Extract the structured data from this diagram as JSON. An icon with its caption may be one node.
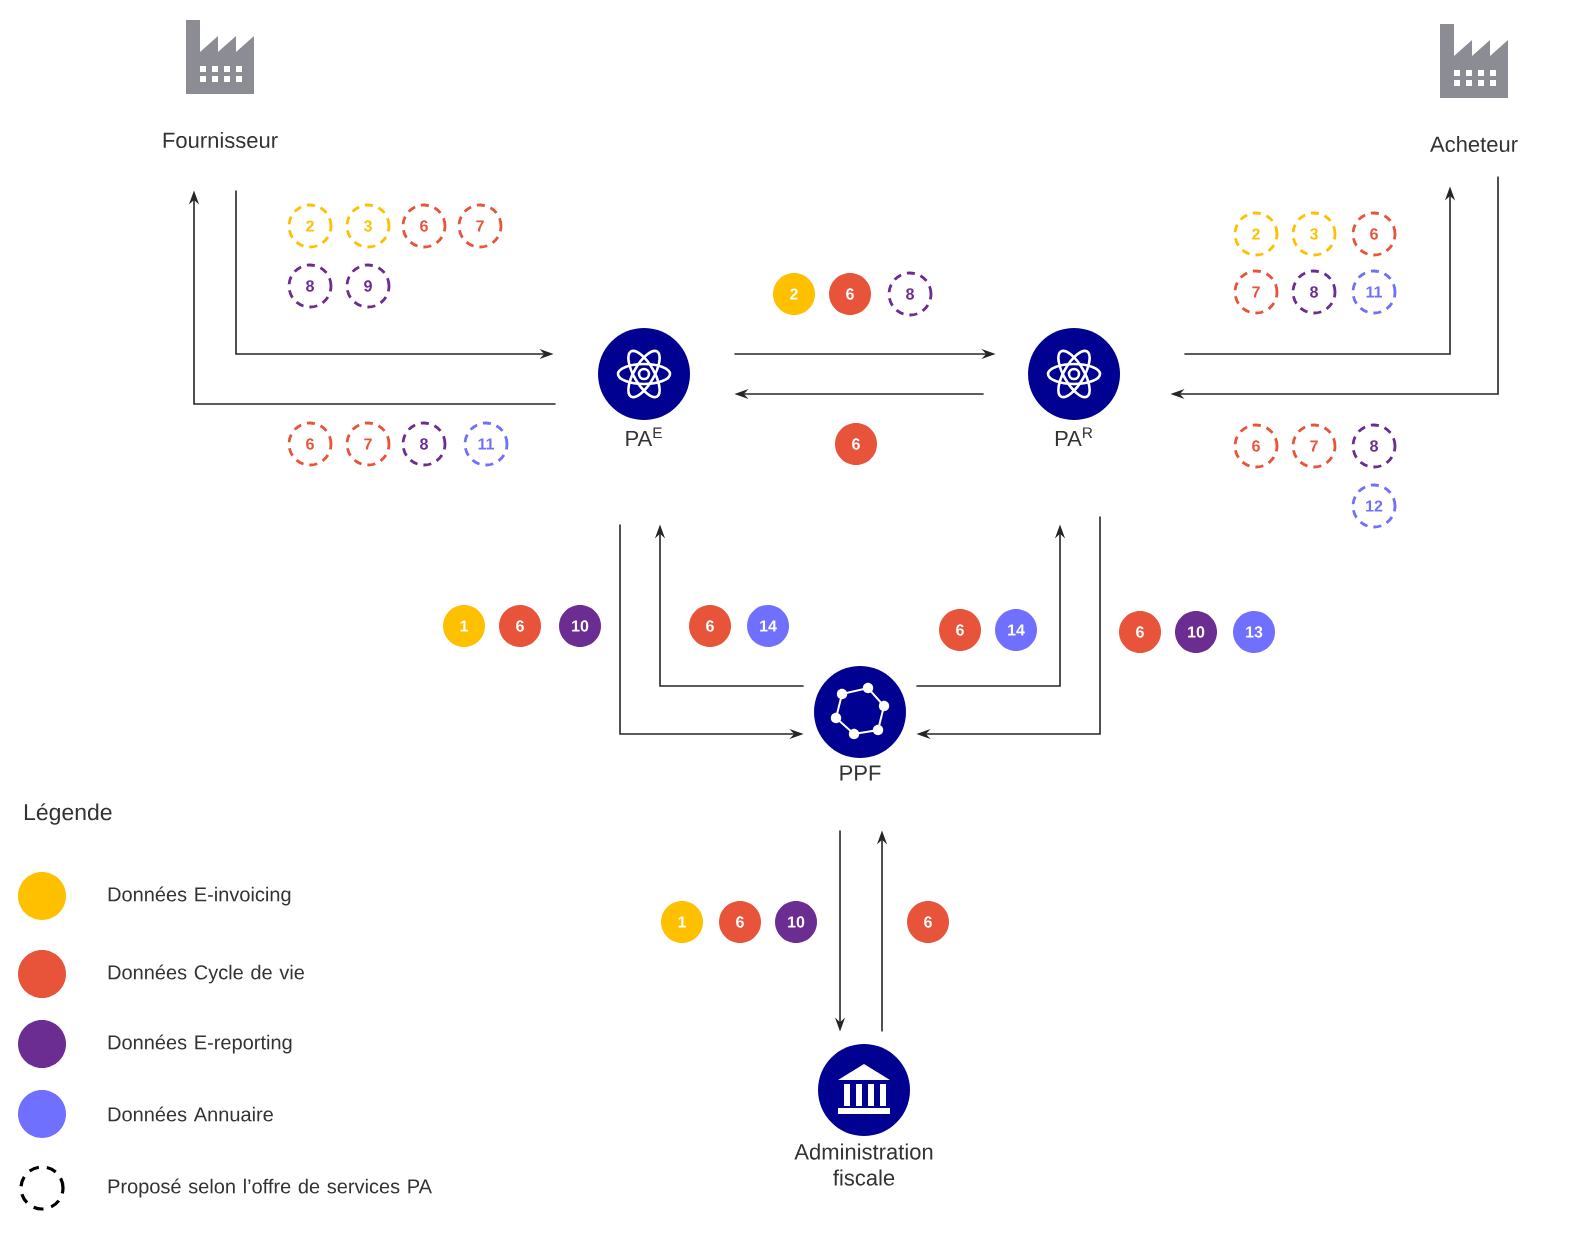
{
  "diagram": {
    "nodes": [
      {
        "text": [
          "Fournisseur"
        ]
      },
      {
        "text": [
          "PA$^{E}$"
        ]
      },
      {
        "text": [
          "PA$^{R}$"
        ]
      },
      {
        "text": [
          "Acheteur"
        ]
      },
      {
        "text": [
          "PPF"
        ]
      },
      {
        "text": [
          "Administration fiscale"
        ]
      },
      {
        "text": [
          "2"
        ]
      },
      {
        "text": [
          "3"
        ]
      },
      {
        "text": [
          "6"
        ]
      },
      {
        "text": [
          "7"
        ]
      },
      {
        "text": [
          "8"
        ]
      },
      {
        "text": [
          "9"
        ]
      },
      {
        "text": [
          "6"
        ]
      },
      {
        "text": [
          "7"
        ]
      },
      {
        "text": [
          "8"
        ]
      },
      {
        "text": [
          "11"
        ]
      },
      {
        "text": [
          "2"
        ]
      },
      {
        "text": [
          "6"
        ]
      },
      {
        "text": [
          "8"
        ]
      },
      {
        "text": [
          "6"
        ]
      },
      {
        "text": [
          "2"
        ]
      },
      {
        "text": [
          "3"
        ]
      },
      {
        "text": [
          "6"
        ]
      },
      {
        "text": [
          "7"
        ]
      },
      {
        "text": [
          "8"
        ]
      },
      {
        "text": [
          "11"
        ]
      },
      {
        "text": [
          "6"
        ]
      },
      {
        "text": [
          "7"
        ]
      },
      {
        "text": [
          "8"
        ]
      },
      {
        "text": [
          "12"
        ]
      },
      {
        "text": [
          "1"
        ]
      },
      {
        "text": [
          "6"
        ]
      },
      {
        "text": [
          "10"
        ]
      },
      {
        "text": [
          "6"
        ]
      },
      {
        "text": [
          "14"
        ]
      },
      {
        "text": [
          "6"
        ]
      },
      {
        "text": [
          "14"
        ]
      },
      {
        "text": [
          "6"
        ]
      },
      {
        "text": [
          "10"
        ]
      },
      {
        "text": [
          "13"
        ]
      },
      {
        "text": [
          "1"
        ]
      },
      {
        "text": [
          "6"
        ]
      },
      {
        "text": [
          "10"
        ]
      },
      {
        "text": [
          "6"
        ]
      }
    ],
    "edges": [
      {
        "from": 0,
        "to": 1,
        "arrow": "to"
      },
      {
        "from": 1,
        "to": 0,
        "arrow": "to"
      },
      {
        "from": 1,
        "to": 2,
        "arrow": "to"
      },
      {
        "from": 2,
        "to": 1,
        "arrow": "to"
      },
      {
        "from": 2,
        "to": 3,
        "arrow": "to"
      },
      {
        "from": 3,
        "to": 2,
        "arrow": "to"
      },
      {
        "from": 1,
        "to": 4,
        "arrow": "to"
      },
      {
        "from": 4,
        "to": 1,
        "arrow": "to"
      },
      {
        "from": 4,
        "to": 2,
        "arrow": "to"
      },
      {
        "from": 2,
        "to": 4,
        "arrow": "to"
      },
      {
        "from": 4,
        "to": 5,
        "arrow": "to"
      },
      {
        "from": 5,
        "to": 4,
        "arrow": "to"
      }
    ],
    "labels": [
      "Légende"
    ],
    "legend": [
      {
        "text": "Données E-invoicing",
        "color": "#ffc000"
      },
      {
        "text": "Données Cycle de vie",
        "color": "#e8543a"
      },
      {
        "text": "Données E-reporting",
        "color": "#6b2d91"
      },
      {
        "text": "Données Annuaire",
        "color": "#7070ff"
      },
      {
        "text": "Proposé selon l’offre de services PA"
      }
    ]
  }
}
